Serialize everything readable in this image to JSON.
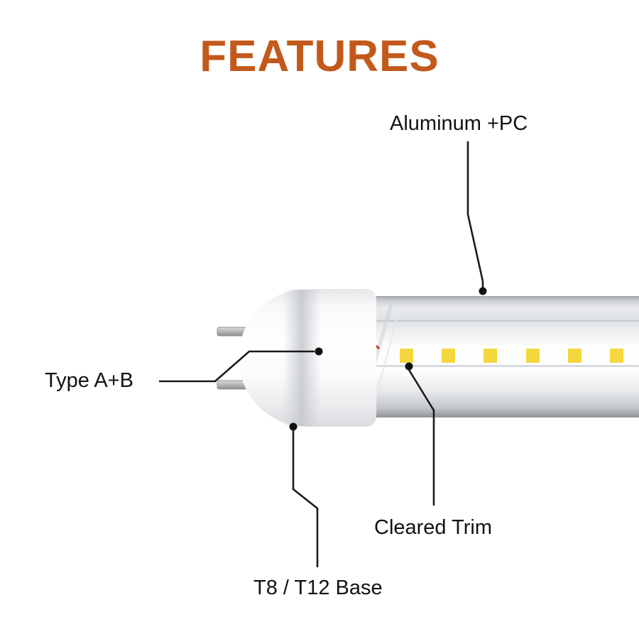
{
  "page": {
    "title": "FEATURES",
    "background_color": "#ffffff",
    "title_color": "#c2591b"
  },
  "callouts": {
    "aluminum_pc": {
      "label": "Aluminum +PC"
    },
    "type_ab": {
      "label": "Type A+B"
    },
    "cleared_trim": {
      "label": "Cleared Trim"
    },
    "t8_t12_base": {
      "label": "T8 / T12 Base"
    }
  },
  "illustration": {
    "subject": "LED tube light with bi-pin base",
    "led_color": "#f5d73e",
    "callout_line_color": "#1b1b1b"
  }
}
